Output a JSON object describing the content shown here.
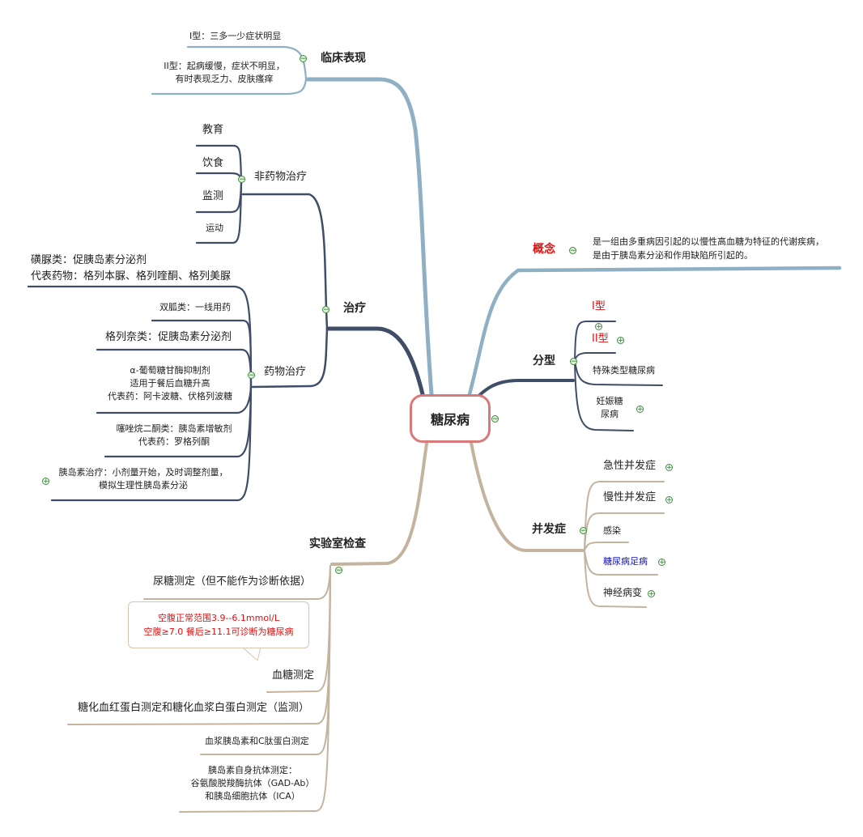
{
  "root": {
    "label": "糖尿病"
  },
  "colors": {
    "blue_branch": "#8fb0c4",
    "dark_branch": "#3f4d67",
    "tan_branch": "#c4b39f",
    "root_border": "#d97a7a",
    "red_text": "#e01010",
    "blue_text": "#1010d0"
  },
  "clinical": {
    "title": "临床表现",
    "type1": "I型：三多一少症状明显",
    "type2_line1": "II型：起病缓慢，症状不明显，",
    "type2_line2": "有时表现乏力、皮肤瘙痒"
  },
  "treatment": {
    "title": "治疗",
    "nondrug": {
      "title": "非药物治疗",
      "items": [
        "教育",
        "饮食",
        "监测",
        "运动"
      ]
    },
    "drug": {
      "title": "药物治疗",
      "sulfonylurea_line1": "磺脲类：促胰岛素分泌剂",
      "sulfonylurea_line2": "代表药物：格列本脲、格列喹酮、格列美脲",
      "biguanide": "双胍类：一线用药",
      "glinide": "格列奈类：促胰岛素分泌剂",
      "agi_line1": "α-葡萄糖甘酶抑制剂",
      "agi_line2": "适用于餐后血糖升高",
      "agi_line3": "代表药：阿卡波糖、伏格列波糖",
      "tzd_line1": "噻唑烷二酮类：胰岛素增敏剂",
      "tzd_line2": "代表药：罗格列酮",
      "insulin_line1": "胰岛素治疗：小剂量开始，及时调整剂量，",
      "insulin_line2": "模拟生理性胰岛素分泌"
    }
  },
  "concept": {
    "title": "概念",
    "line1": "是一组由多重病因引起的以慢性高血糖为特征的代谢疾病，",
    "line2": "是由于胰岛素分泌和作用缺陷所引起的。"
  },
  "types": {
    "title": "分型",
    "t1": "I型",
    "t2": "II型",
    "special": "特殊类型糖尿病",
    "gdm_line1": "妊娠糖",
    "gdm_line2": "尿病"
  },
  "complications": {
    "title": "并发症",
    "items": [
      "急性并发症",
      "慢性并发症",
      "感染",
      "糖尿病足病",
      "神经病变"
    ]
  },
  "lab": {
    "title": "实验室检查",
    "urine": "尿糖测定（但不能作为诊断依据）",
    "note_line1": "空腹正常范围3.9--6.1mmol/L",
    "note_line2": "空腹≥7.0  餐后≥11.1可诊断为糖尿病",
    "glucose": "血糖测定",
    "hba1c": "糖化血红蛋白测定和糖化血浆白蛋白测定（监测）",
    "insulin_c": "血浆胰岛素和C肽蛋白测定",
    "antibody_line1": "胰岛素自身抗体测定：",
    "antibody_line2": "谷氨酸脱羧酶抗体（GAD-Ab）",
    "antibody_line3": "和胰岛细胞抗体（ICA）"
  }
}
